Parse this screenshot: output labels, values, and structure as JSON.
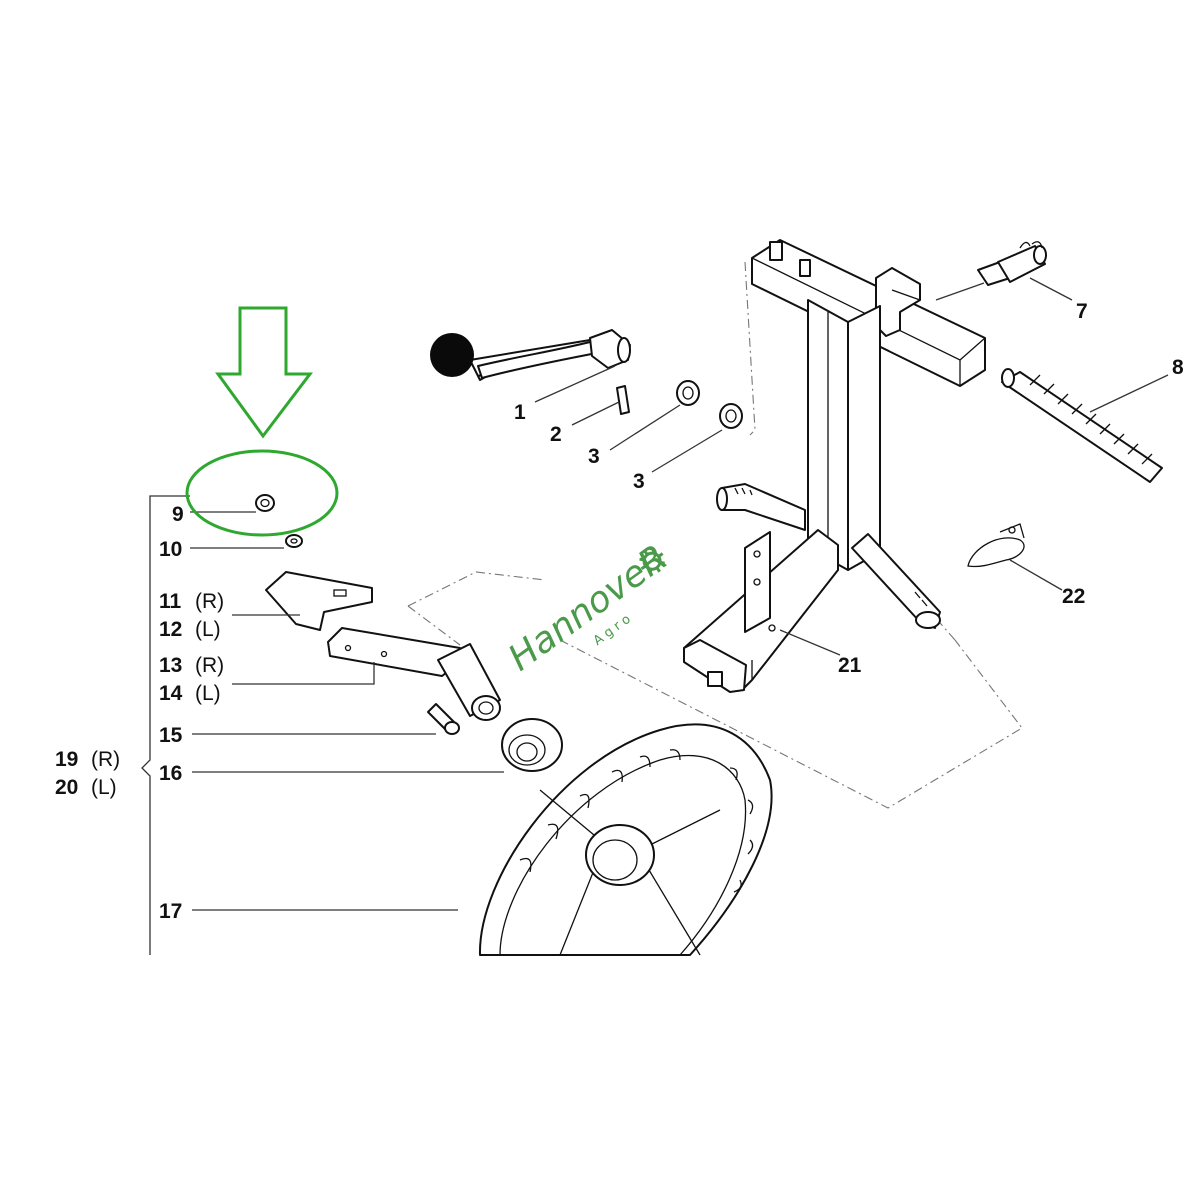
{
  "callouts": {
    "c1": "1",
    "c2": "2",
    "c3a": "3",
    "c3b": "3",
    "c7": "7",
    "c8": "8",
    "c9": "9",
    "c10": "10",
    "c11": "11",
    "c11s": "(R)",
    "c12": "12",
    "c12s": "(L)",
    "c13": "13",
    "c13s": "(R)",
    "c14": "14",
    "c14s": "(L)",
    "c15": "15",
    "c16": "16",
    "c17": "17",
    "c19": "19",
    "c19s": "(R)",
    "c20": "20",
    "c20s": "(L)",
    "c21": "21",
    "c22": "22"
  },
  "watermark": {
    "brand": "HannoveR",
    "sub": "Agro"
  },
  "colors": {
    "highlight": "#2ea82e",
    "watermark": "#4a9a4a",
    "ink": "#111111"
  }
}
